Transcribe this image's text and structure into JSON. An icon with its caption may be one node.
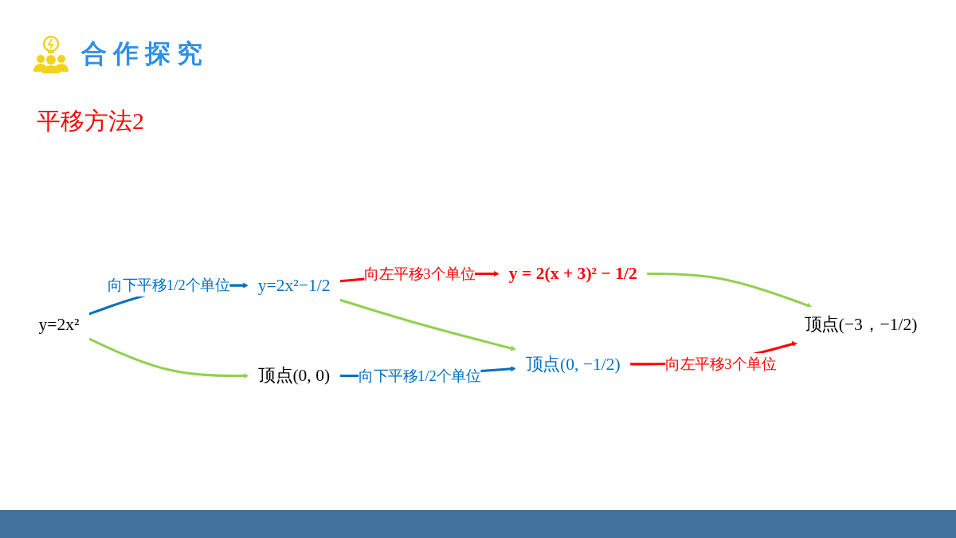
{
  "diagram": {
    "title": "合作探究",
    "nodes": [
      {
        "text": [
          "y=2x²"
        ]
      },
      {
        "text": [
          "y=2x²−1/2"
        ]
      },
      {
        "text": [
          "y = 2(x + 3)² − 1/2"
        ]
      },
      {
        "text": [
          "顶点(0, 0)"
        ]
      },
      {
        "text": [
          "顶点(0, −1/2)"
        ]
      },
      {
        "text": [
          "顶点(−3，−1/2)"
        ]
      }
    ],
    "edges": [
      {
        "from": 0,
        "to": 1,
        "arrow": "to",
        "label": "向下平移1/2个单位",
        "color": "#0070c0"
      },
      {
        "from": 1,
        "to": 2,
        "arrow": "to",
        "label": "向左平移3个单位",
        "color": "#ff0000"
      },
      {
        "from": 0,
        "to": 3,
        "arrow": "to",
        "color": "#92d050"
      },
      {
        "from": 1,
        "to": 4,
        "arrow": "to",
        "color": "#92d050"
      },
      {
        "from": 2,
        "to": 5,
        "arrow": "to",
        "color": "#92d050"
      },
      {
        "from": 3,
        "to": 4,
        "arrow": "to",
        "label": "向下平移1/2个单位",
        "color": "#0070c0"
      },
      {
        "from": 4,
        "to": 5,
        "arrow": "to",
        "label": "向左平移3个单位",
        "color": "#ff0000"
      }
    ],
    "labels": [
      "平移方法2"
    ]
  }
}
